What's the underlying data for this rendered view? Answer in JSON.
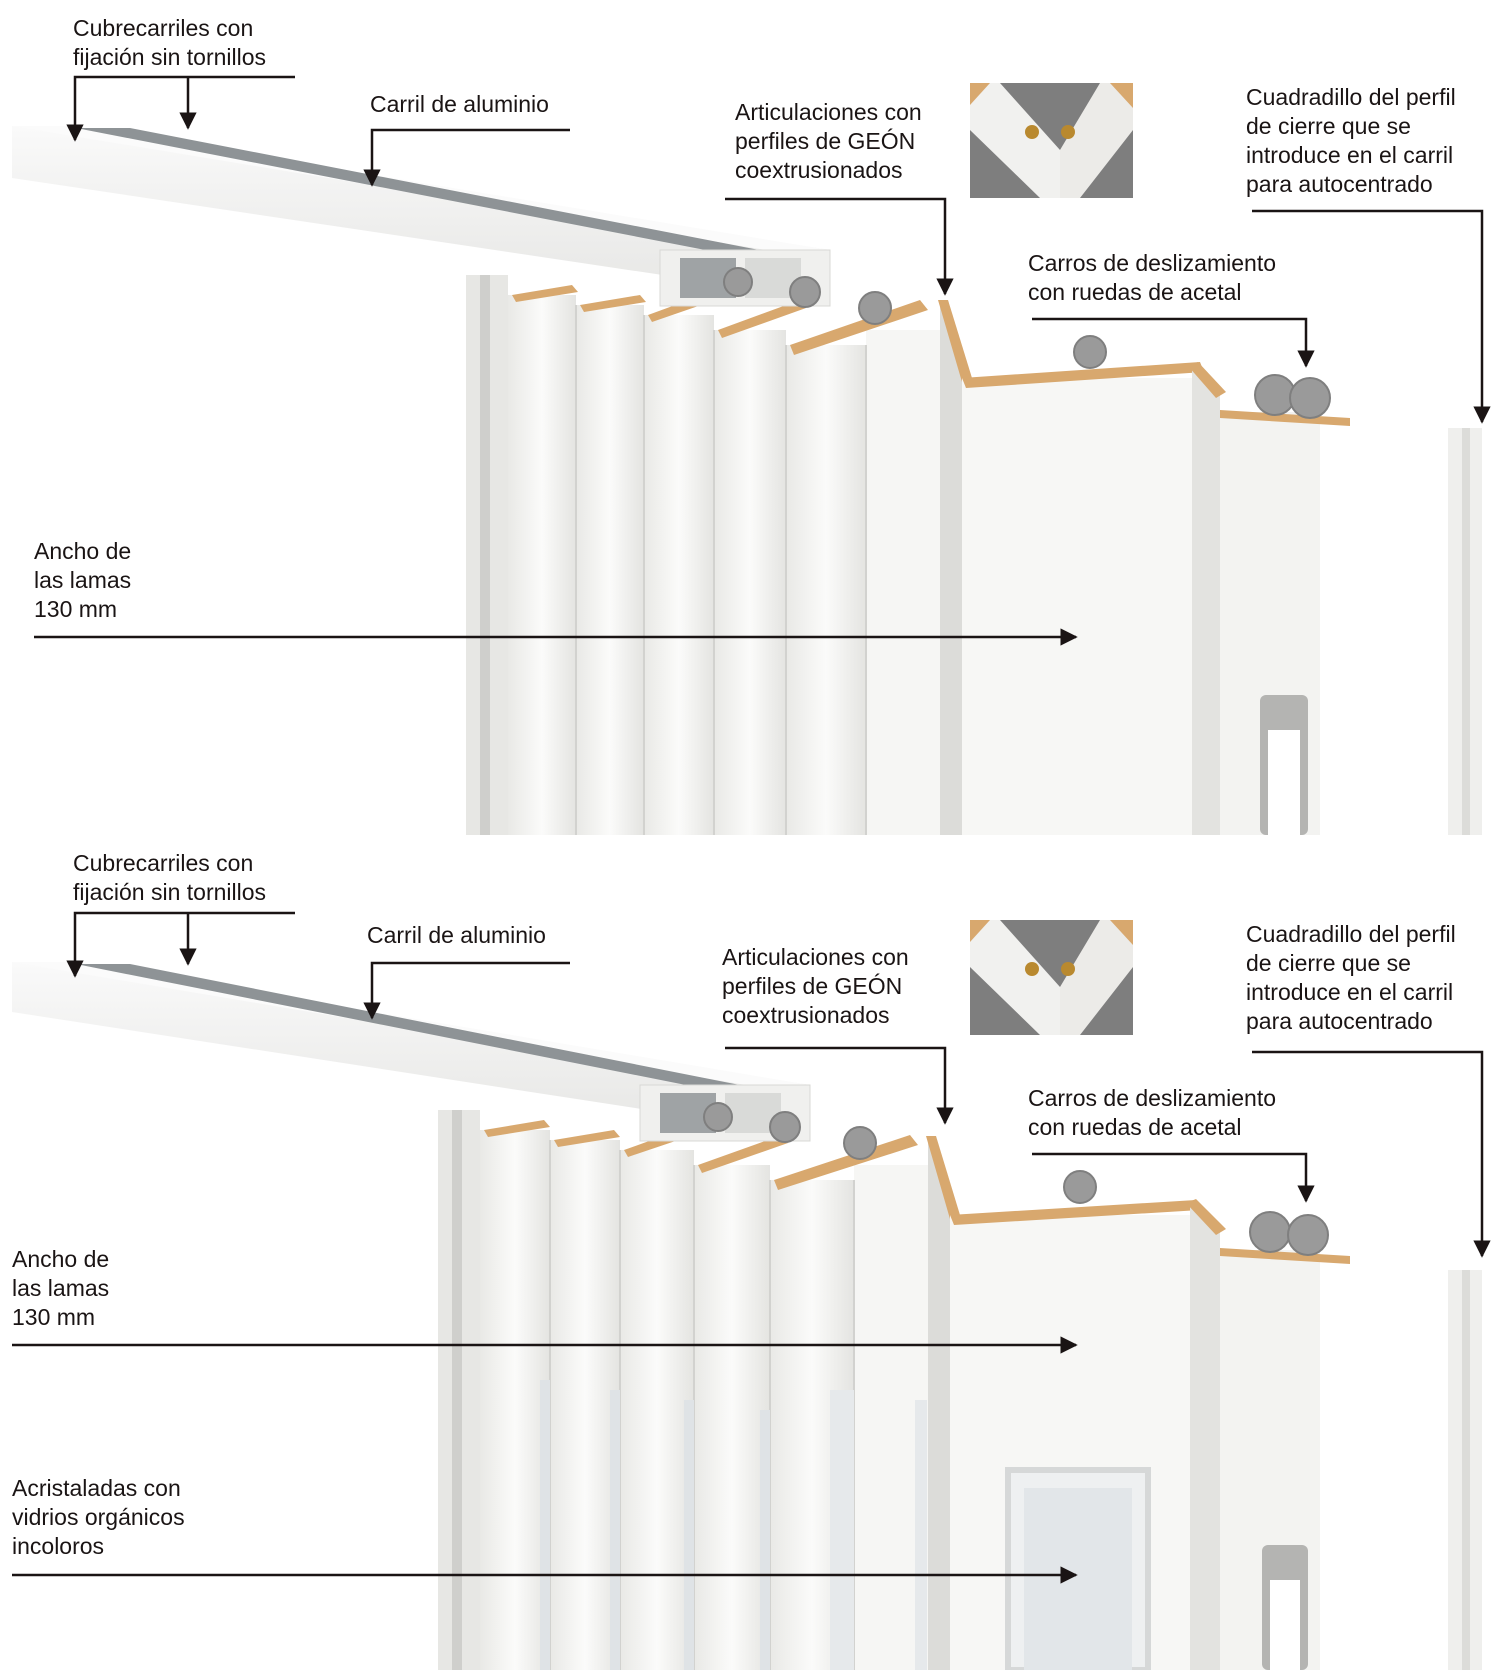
{
  "colors": {
    "leader": "#1a1414",
    "text": "#1a1414",
    "panel": "#f4f4f2",
    "panel_shadow": "#d9d9d6",
    "rail_channel": "#8e9396",
    "hinge_wood": "#d8a86e",
    "roller_grey": "#9a9a9a"
  },
  "top_view": {
    "cubrecarriles": "Cubrecarriles con\nfijación sin tornillos",
    "carril": "Carril de aluminio",
    "articulaciones": "Articulaciones con\nperfiles de GEÓN\ncoextrusionados",
    "cuadradillo": "Cuadradillo del perfil\nde cierre que se\nintroduce en el carril\npara autocentrado",
    "carros": "Carros de deslizamiento\ncon ruedas de acetal",
    "ancho": "Ancho de\nlas lamas\n130 mm"
  },
  "bottom_view": {
    "cubrecarriles": "Cubrecarriles con\nfijación sin tornillos",
    "carril": "Carril de aluminio",
    "articulaciones": "Articulaciones con\nperfiles de GEÓN\ncoextrusionados",
    "cuadradillo": "Cuadradillo del perfil\nde cierre que se\nintroduce en el carril\npara autocentrado",
    "carros": "Carros de deslizamiento\ncon ruedas de acetal",
    "ancho": "Ancho de\nlas lamas\n130 mm",
    "acristaladas": "Acristaladas con\nvidrios orgánicos\nincoloros"
  }
}
